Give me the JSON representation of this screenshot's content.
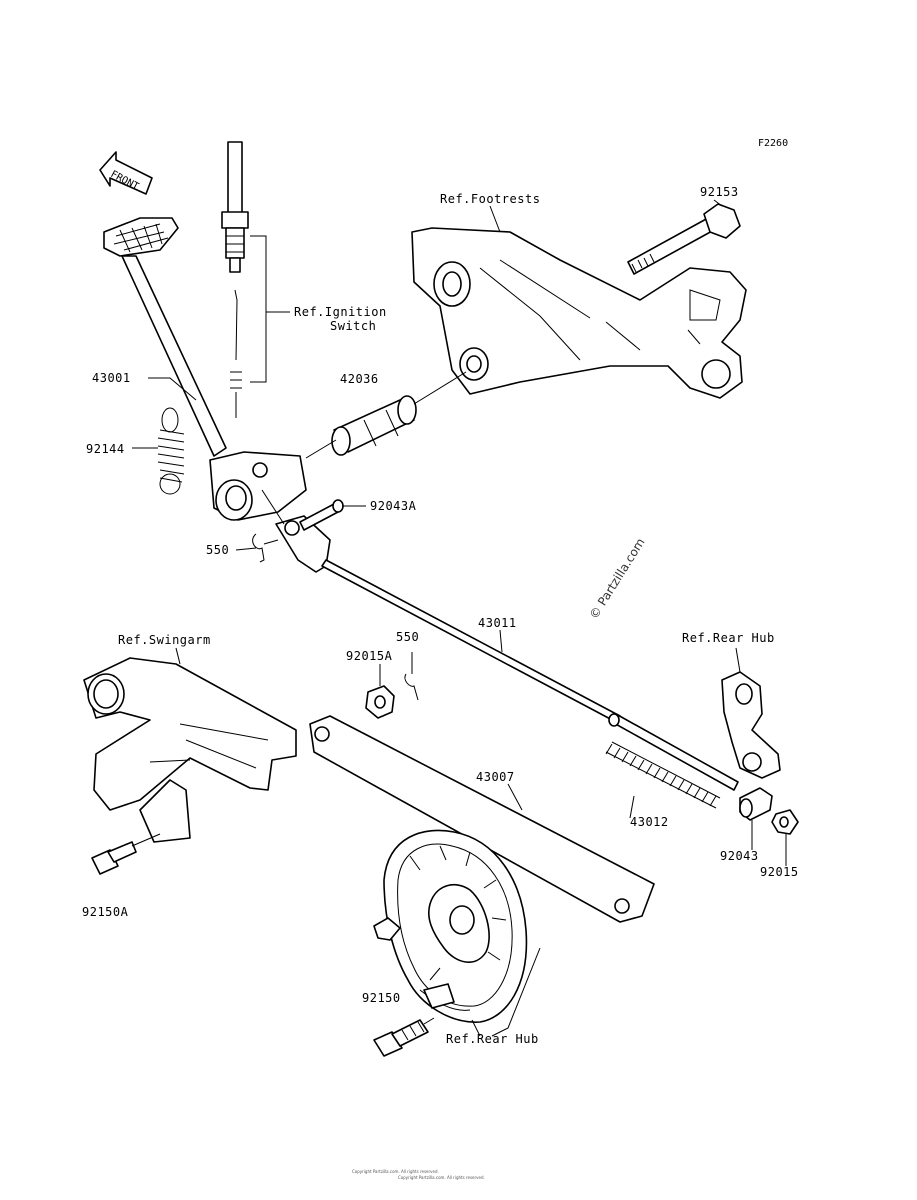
{
  "figure_code": "F2260",
  "watermark": "© Partzilla.com",
  "front_arrow": "FRONT",
  "labels": {
    "ref_footrests": "Ref.Footrests",
    "p92153": "92153",
    "ref_ignition_1": "Ref.Ignition",
    "ref_ignition_2": "Switch",
    "p43001": "43001",
    "p42036": "42036",
    "p92144": "92144",
    "p92043A": "92043A",
    "p550_top": "550",
    "p43011": "43011",
    "ref_swingarm": "Ref.Swingarm",
    "p550_mid": "550",
    "p92015A": "92015A",
    "ref_rear_hub_top": "Ref.Rear Hub",
    "p43007": "43007",
    "p43012": "43012",
    "p92043": "92043",
    "p92015": "92015",
    "p92150A": "92150A",
    "p92150": "92150",
    "ref_rear_hub_bottom": "Ref.Rear Hub"
  },
  "footer": {
    "line1": "Copyright Partzilla.com. All rights reserved.",
    "line2": "Copyright Partzilla.com. All rights reserved."
  }
}
